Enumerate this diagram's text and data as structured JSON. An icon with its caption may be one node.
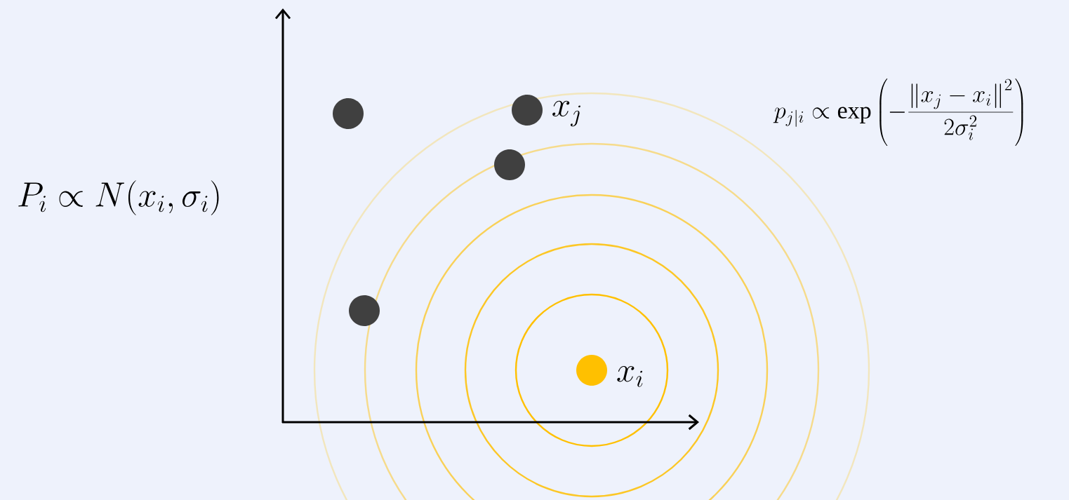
{
  "diagram": {
    "nodes": [
      {
        "text": [],
        "shape": "circle"
      },
      {
        "text": [],
        "shape": "circle",
        "beside": [
          "x_j"
        ]
      },
      {
        "text": [],
        "shape": "circle"
      },
      {
        "text": [],
        "shape": "circle"
      },
      {
        "text": [],
        "shape": "circle",
        "beside": [
          "x_i"
        ]
      }
    ],
    "labels": [
      "P_i \\propto N(x_i,\\sigma_i)",
      "p_{j|i} \\propto \\exp\\left(-\\frac{\\left\\|x_j - x_i\\right\\|^2}{2\\sigma_i^2}\\right)"
    ]
  }
}
